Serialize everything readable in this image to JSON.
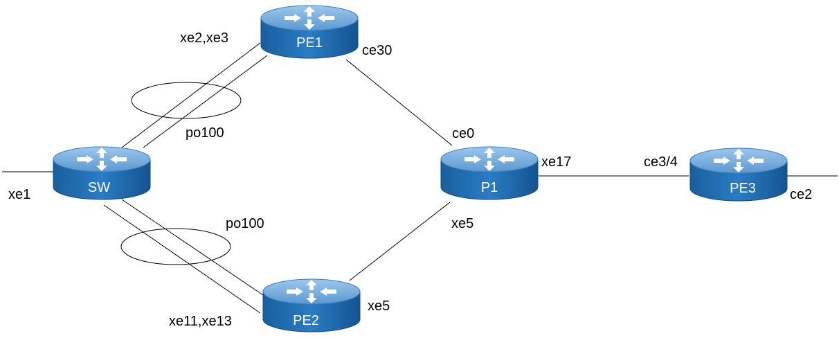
{
  "devices": {
    "pe1": "PE1",
    "sw": "SW",
    "p1": "P1",
    "pe2": "PE2",
    "pe3": "PE3"
  },
  "interfaces": {
    "pe1_sw": "xe2,xe3",
    "pe1_p1": "ce30",
    "po_top": "po100",
    "p1_pe1": "ce0",
    "p1_pe3": "xe17",
    "pe3_p1": "ce3/4",
    "sw_edge": "xe1",
    "pe3_edge": "ce2",
    "po_bottom": "po100",
    "p1_pe2": "xe5",
    "pe2_p1": "xe5",
    "pe2_sw": "xe11,xe13"
  },
  "colors": {
    "router_top": "#6fa9dc",
    "router_body": "#1b6fb5",
    "router_dark": "#0e4f88",
    "link": "#000000"
  }
}
